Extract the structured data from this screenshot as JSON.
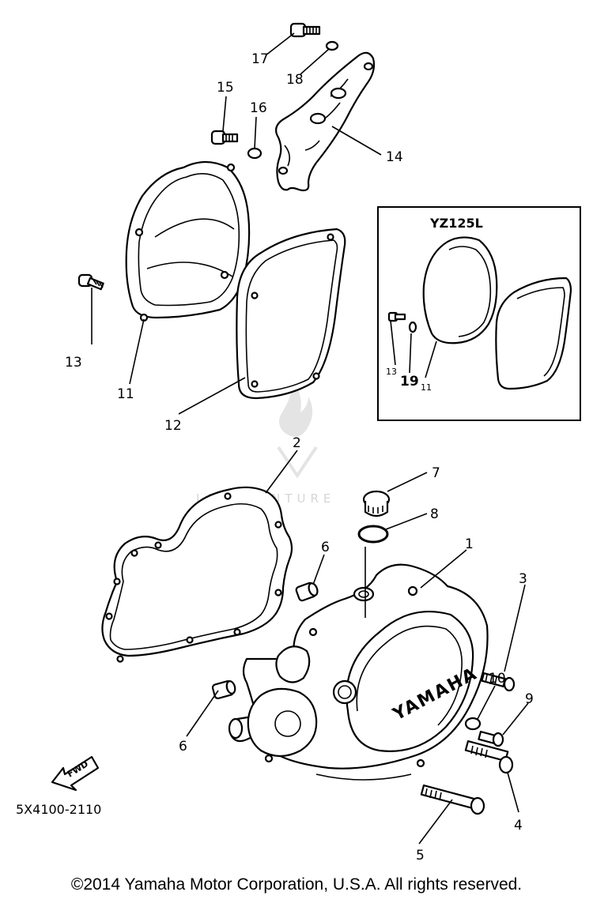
{
  "diagram": {
    "part_labels": {
      "p1": "1",
      "p2": "2",
      "p3": "3",
      "p4": "4",
      "p5": "5",
      "p6a": "6",
      "p6b": "6",
      "p7": "7",
      "p8": "8",
      "p9": "9",
      "p10": "10",
      "p11": "11",
      "p12": "12",
      "p13": "13",
      "p14": "14",
      "p15": "15",
      "p16": "16",
      "p17": "17",
      "p18": "18",
      "inset_p11": "11",
      "inset_p13": "13",
      "inset_p19": "19"
    },
    "inset_title": "YZ125L",
    "cover_brand": "YAMAHA",
    "fwd_label": "FWD",
    "diagram_code": "5X4100-2110",
    "watermark": "LEADVENTURE"
  },
  "footer": {
    "copyright": "©2014 Yamaha Motor Corporation, U.S.A. All rights reserved."
  }
}
